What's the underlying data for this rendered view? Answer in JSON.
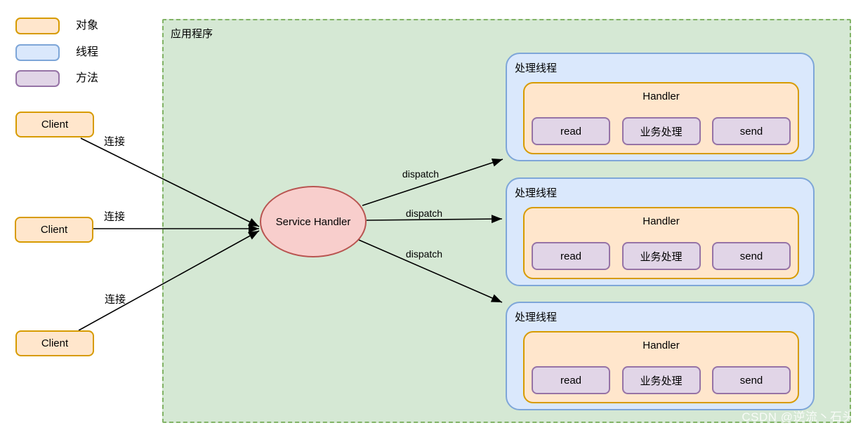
{
  "legend": {
    "items": [
      {
        "type": "object",
        "label": "对象",
        "fill": "#FFE6CC",
        "stroke": "#D79B00"
      },
      {
        "type": "thread",
        "label": "线程",
        "fill": "#DAE8FC",
        "stroke": "#7EA6D8"
      },
      {
        "type": "method",
        "label": "方法",
        "fill": "#E1D5E7",
        "stroke": "#9673A6"
      }
    ]
  },
  "clients": [
    {
      "label": "Client"
    },
    {
      "label": "Client"
    },
    {
      "label": "Client"
    }
  ],
  "app_container": {
    "label": "应用程序",
    "fill": "#D5E8D4",
    "stroke": "#82B366"
  },
  "service_handler": {
    "label": "Service Handler",
    "fill": "#F8CECC",
    "stroke": "#B85450"
  },
  "threads": [
    {
      "title": "处理线程",
      "handler": {
        "title": "Handler",
        "methods": [
          "read",
          "业务处理",
          "send"
        ]
      }
    },
    {
      "title": "处理线程",
      "handler": {
        "title": "Handler",
        "methods": [
          "read",
          "业务处理",
          "send"
        ]
      }
    },
    {
      "title": "处理线程",
      "handler": {
        "title": "Handler",
        "methods": [
          "read",
          "业务处理",
          "send"
        ]
      }
    }
  ],
  "edges": {
    "connections": [
      {
        "label": "连接"
      },
      {
        "label": "连接"
      },
      {
        "label": "连接"
      }
    ],
    "dispatches": [
      {
        "label": "dispatch"
      },
      {
        "label": "dispatch"
      },
      {
        "label": "dispatch"
      }
    ],
    "arrow_color": "#000000"
  },
  "watermark": {
    "text": "CSDN @逆流丶石头"
  }
}
